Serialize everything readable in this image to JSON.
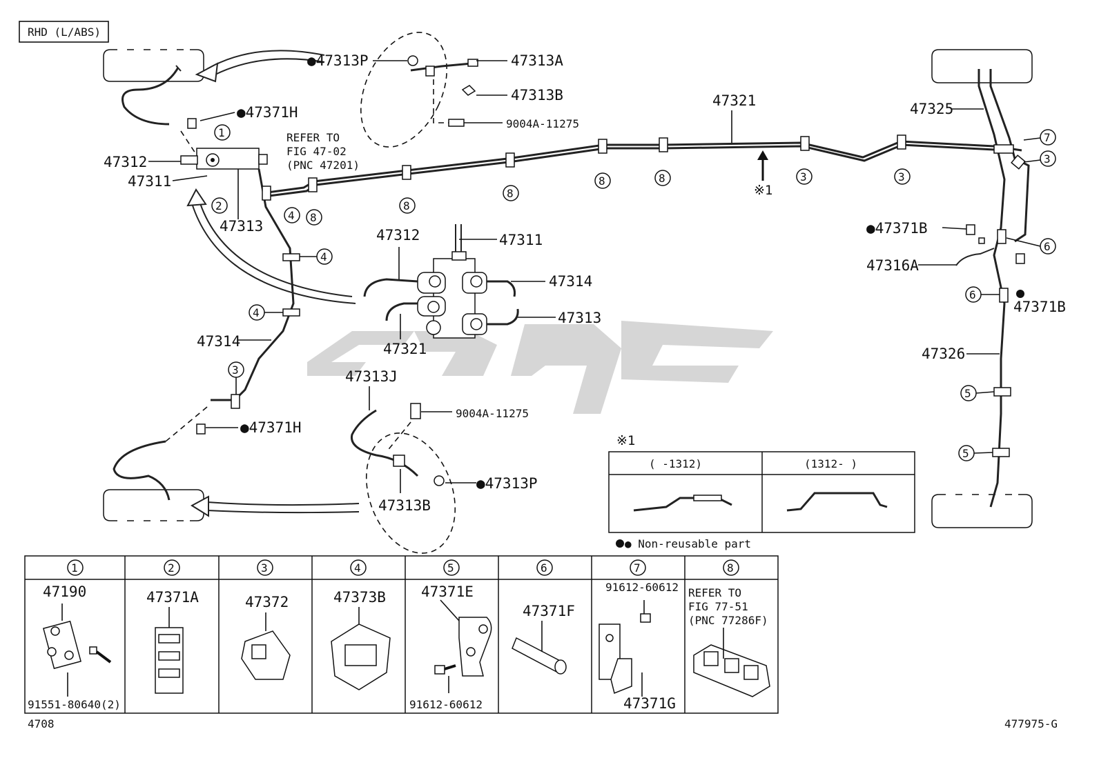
{
  "header": {
    "tag": "RHD (L/ABS)"
  },
  "callouts": {
    "p47313P_top": "●47313P",
    "p47313A": "47313A",
    "p47313B_top": "47313B",
    "p9004A_top": "9004A-11275",
    "p47371H_top": "●47371H",
    "refer_top": [
      "REFER TO",
      "FIG 47-02",
      "(PNC 47201)"
    ],
    "p47312_top": "47312",
    "p47311_top": "47311",
    "p47313_top": "47313",
    "p47321_top": "47321",
    "note_mark": "※1",
    "p47325": "47325",
    "p47371B_left": "●47371B",
    "p47316A": "47316A",
    "p47371B_right": "47371B",
    "p47326": "47326",
    "detail_47312": "47312",
    "detail_47311": "47311",
    "detail_47314": "47314",
    "detail_47313": "47313",
    "detail_47321": "47321",
    "p47314": "47314",
    "p47371H_bottom": "●47371H",
    "p47313J": "47313J",
    "p9004A_bottom": "9004A-11275",
    "p47313P_bottom": "●47313P",
    "p47313B_bottom": "47313B"
  },
  "circled_numbers": [
    "1",
    "2",
    "3",
    "4",
    "5",
    "6",
    "7",
    "8"
  ],
  "note_box": {
    "mark": "※1",
    "col1": "(      -1312)",
    "col2": "(1312-      )",
    "legend": "● Non-reusable part"
  },
  "parts_table": [
    {
      "num": "1",
      "label": "47190",
      "sub": "91551-80640(2)"
    },
    {
      "num": "2",
      "label": "47371A",
      "sub": ""
    },
    {
      "num": "3",
      "label": "47372",
      "sub": ""
    },
    {
      "num": "4",
      "label": "47373B",
      "sub": ""
    },
    {
      "num": "5",
      "label": "47371E",
      "sub": "91612-60612"
    },
    {
      "num": "6",
      "label": "47371F",
      "sub": ""
    },
    {
      "num": "7",
      "label": "91612-60612",
      "sub": "47371G"
    },
    {
      "num": "8",
      "label": "REFER TO",
      "sub": "FIG 77-51",
      "sub2": "(PNC 77286F)"
    }
  ],
  "footer": {
    "left": "4708",
    "right": "477975-G"
  }
}
